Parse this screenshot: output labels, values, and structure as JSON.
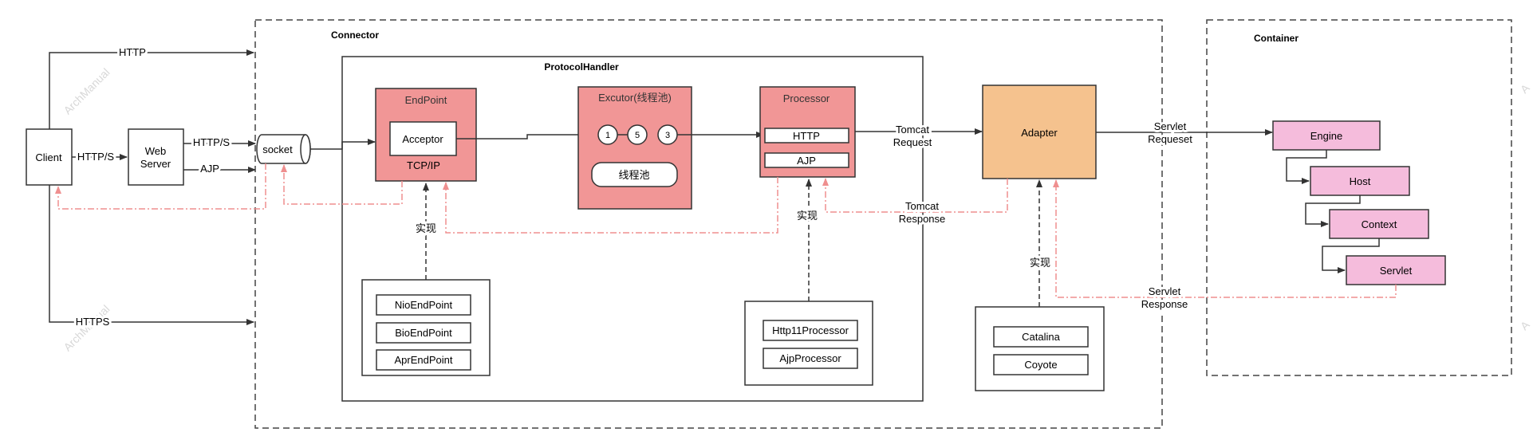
{
  "connector": {
    "title": "Connector"
  },
  "container": {
    "title": "Container"
  },
  "protocol_handler": {
    "title": "ProtocolHandler"
  },
  "client": {
    "label": "Client"
  },
  "web_server": {
    "line1": "Web",
    "line2": "Server"
  },
  "socket": {
    "label": "socket"
  },
  "edges": {
    "http": "HTTP",
    "https_top": "HTTP/S",
    "https_client": "HTTP/S",
    "ajp": "AJP",
    "https": "HTTPS",
    "tomcat_request_1": "Tomcat",
    "tomcat_request_2": "Request",
    "tomcat_response_1": "Tomcat",
    "tomcat_response_2": "Response",
    "servlet_request_1": "Servlet",
    "servlet_request_2": "Requeset",
    "servlet_response_1": "Servlet",
    "servlet_response_2": "Response",
    "impl_endpoint": "实现",
    "impl_processor": "实现",
    "impl_adapter": "实现"
  },
  "endpoint": {
    "title": "EndPoint",
    "acceptor": "Acceptor",
    "tcpip": "TCP/IP"
  },
  "executor": {
    "title": "Excutor(线程池)",
    "threads": [
      "1",
      "5",
      "3"
    ],
    "pool": "线程池"
  },
  "processor": {
    "title": "Processor",
    "http": "HTTP",
    "ajp": "AJP"
  },
  "adapter": {
    "label": "Adapter"
  },
  "endpoint_impls": [
    "NioEndPoint",
    "BioEndPoint",
    "AprEndPoint"
  ],
  "processor_impls": [
    "Http11Processor",
    "AjpProcessor"
  ],
  "adapter_impls": [
    "Catalina",
    "Coyote"
  ],
  "container_items": [
    "Engine",
    "Host",
    "Context",
    "Servlet"
  ],
  "watermark": "ArchManual",
  "colors": {
    "red_fill": "#f19696",
    "orange_fill": "#f5c28e",
    "pink_fill": "#f5bcdc",
    "response_line": "#ef8f8f",
    "line": "#333333"
  }
}
